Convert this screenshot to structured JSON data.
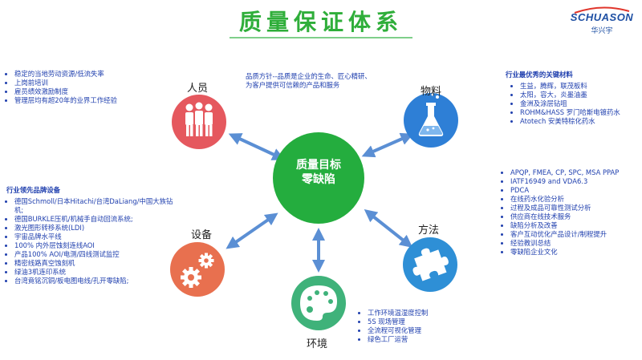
{
  "title": "质量保证体系",
  "logo": {
    "name": "SCHUASON",
    "sub": "华兴宇"
  },
  "center": {
    "line1": "质量目标",
    "line2": "零缺陷",
    "color": "#24ad3e"
  },
  "policy": {
    "line1": "品质方针--品质是企业的生命、匠心精研、",
    "line2": "为客户提供可信赖的产品和服务"
  },
  "nodes": {
    "people": {
      "label": "人员",
      "color": "#e5585e",
      "icon": "people-icon"
    },
    "material": {
      "label": "物料",
      "color": "#2e7fd6",
      "icon": "flask-icon"
    },
    "method": {
      "label": "方法",
      "color": "#2e8fd6",
      "icon": "puzzle-icon"
    },
    "environment": {
      "label": "环境",
      "color": "#3fb27a",
      "icon": "palette-icon"
    },
    "equipment": {
      "label": "设备",
      "color": "#e8704f",
      "icon": "gears-icon"
    }
  },
  "people_list": [
    "稳定的当地劳动资源/低流失率",
    "上岗前培训",
    "雇员绩效激励制度",
    "管理层均有超20年的业界工作经验"
  ],
  "material_block": {
    "heading": "行业最优秀的关键材料",
    "items": [
      "生益，腾辉，联茂板料",
      "太阳，容大，炎墨油墨",
      "金洲及涂层钻咀",
      "ROHM&HASS 罗门哈斯电镀药水",
      "Atotech 安美特棕化药水"
    ]
  },
  "equipment_block": {
    "heading": "行业领先品牌设备",
    "items": [
      "德国Schmoll/日本Hitachi/台湾DaLiang/中国大族钻机;",
      "德国BURKLE压机/机械手自动回流系统;",
      "激光图形转移系统(LDI)",
      "宇宙品牌水平线",
      "100% 内外层蚀刻连线AOI",
      "产品100% AOI/电测/四线测试监控",
      "精密线路真空蚀刻机",
      "绿油3机连印系统",
      "台湾竟铭沉铜/板电图电线/孔开零缺陷;"
    ]
  },
  "method_list": [
    "APQP, FMEA, CP, SPC, MSA PPAP",
    "IATF16949 and VDA6.3",
    "PDCA",
    "在线药水化验分析",
    "过程及成品可靠性测试分析",
    "供应商在线技术服务",
    "缺陷分析及改善",
    "客户互动优化产品设计/制程提升",
    "经验教训总结",
    "零缺陷企业文化"
  ],
  "environment_list": [
    "工作环境温湿度控制",
    "5S 现场管理",
    "全流程可视化管理",
    "绿色工厂运营"
  ],
  "colors": {
    "title": "#2fae3a",
    "text": "#1f3fae",
    "arrow": "#5b8fd4"
  }
}
